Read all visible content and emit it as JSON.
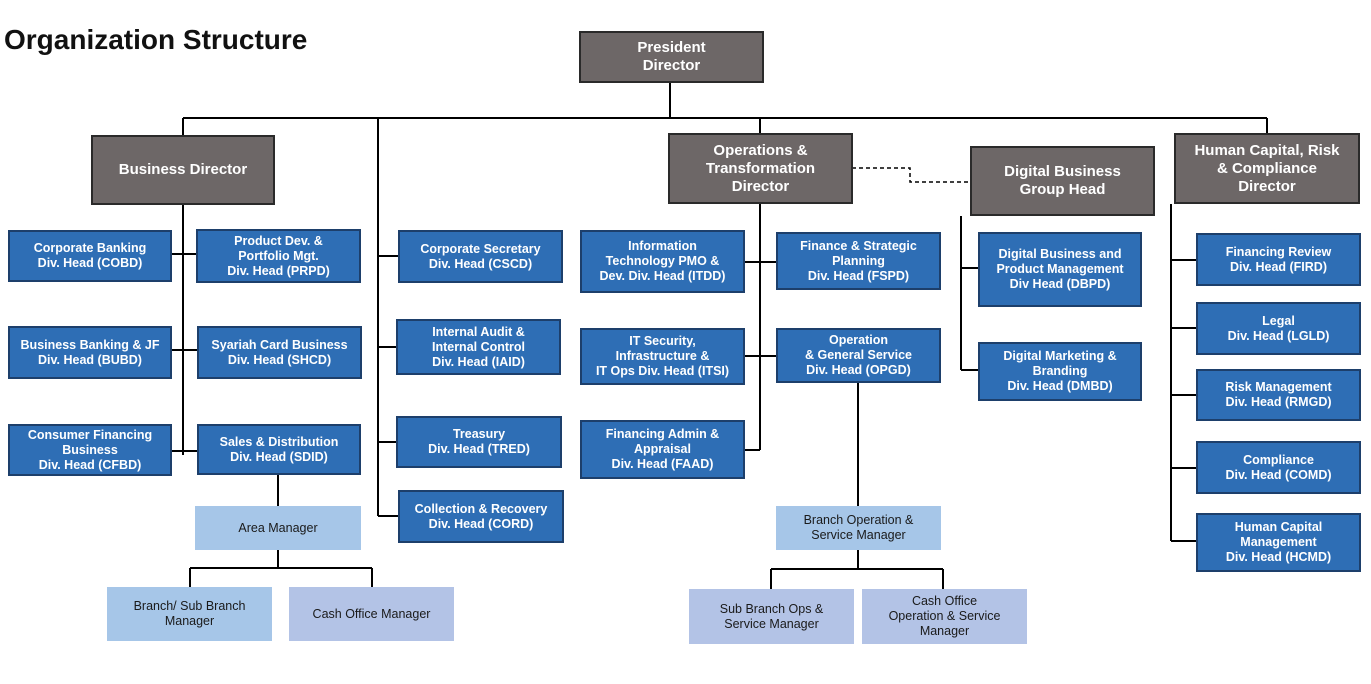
{
  "page": {
    "title": "Organization Structure"
  },
  "org": {
    "president": "President\nDirector",
    "business_director": "Business Director",
    "ops_director": "Operations &\nTransformation\nDirector",
    "digital_head": "Digital Business\nGroup Head",
    "hc_director": "Human Capital, Risk\n& Compliance\nDirector",
    "cobd": "Corporate Banking\nDiv. Head (COBD)",
    "prpd": "Product Dev. &\nPortfolio Mgt.\nDiv. Head (PRPD)",
    "bubd": "Business Banking & JF\nDiv. Head (BUBD)",
    "shcd": "Syariah Card Business\nDiv. Head (SHCD)",
    "cfbd": "Consumer Financing\nBusiness\nDiv. Head (CFBD)",
    "sdid": "Sales & Distribution\nDiv. Head (SDID)",
    "area_manager": "Area Manager",
    "branch_manager": "Branch/ Sub Branch\nManager",
    "cash_office_manager": "Cash Office Manager",
    "cscd": "Corporate Secretary\nDiv. Head (CSCD)",
    "iaid": "Internal Audit &\nInternal Control\nDiv. Head (IAID)",
    "tred": "Treasury\nDiv. Head (TRED)",
    "cord": "Collection & Recovery\nDiv. Head (CORD)",
    "itdd": "Information\nTechnology PMO &\nDev. Div. Head (ITDD)",
    "fspd": "Finance & Strategic\nPlanning\nDiv. Head (FSPD)",
    "itsi": "IT Security,\nInfrastructure &\nIT Ops Div. Head (ITSI)",
    "opgd": "Operation\n& General Service\nDiv. Head (OPGD)",
    "faad": "Financing Admin &\nAppraisal\nDiv. Head (FAAD)",
    "branch_ops_manager": "Branch Operation &\nService  Manager",
    "sub_branch_ops_manager": "Sub Branch Ops &\nService Manager",
    "cash_office_ops_manager": "Cash Office\nOperation & Service\nManager",
    "dbpd": "Digital Business and\nProduct Management\nDiv Head (DBPD)",
    "dmbd": "Digital  Marketing &\nBranding\nDiv. Head (DMBD)",
    "fird": "Financing Review\nDiv. Head (FIRD)",
    "lgld": "Legal\nDiv. Head (LGLD)",
    "rmgd": "Risk Management\nDiv. Head (RMGD)",
    "comd": "Compliance\nDiv. Head (COMD)",
    "hcmd": "Human Capital\nManagement\nDiv. Head (HCMD)"
  },
  "colors": {
    "director_box": "#6d6767",
    "division_box": "#2e6eb5",
    "manager_box_light": "#a6c6e8",
    "manager_box_lavender": "#b3c3e6",
    "connector": "#000000"
  }
}
